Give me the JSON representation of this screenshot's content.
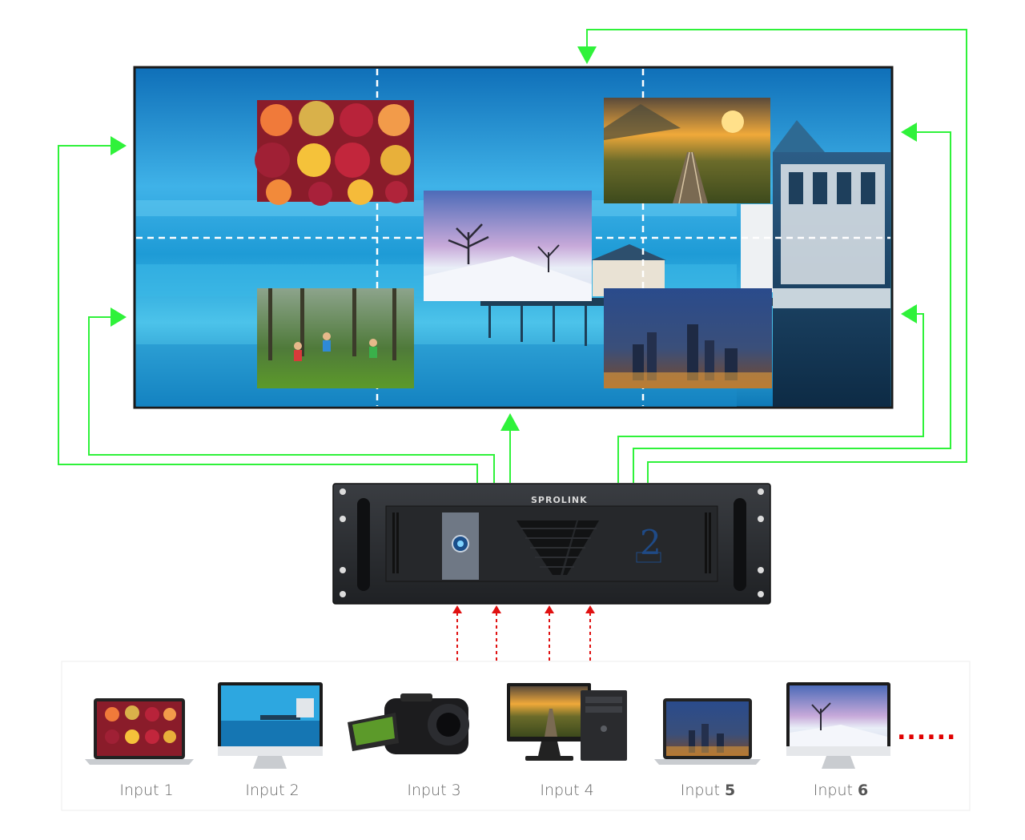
{
  "brand": "SPROLINK",
  "model_badge": "2",
  "colors": {
    "output_lines": "#2ff23a",
    "input_arrows": "#e01010",
    "wall_sky": "#1b9ed9",
    "chassis": "#2a2c30"
  },
  "wall": {
    "grid": "2x3 video wall with dashed seams",
    "windows": [
      {
        "name": "fruit-window",
        "content": "fruit-image"
      },
      {
        "name": "winter-window",
        "content": "winter-landscape-image"
      },
      {
        "name": "kids-window",
        "content": "children-playing-image"
      },
      {
        "name": "railway-window",
        "content": "railway-sunset-image"
      },
      {
        "name": "city-window",
        "content": "city-night-image"
      }
    ]
  },
  "inputs": [
    {
      "label": "Input 1",
      "icon": "laptop-icon"
    },
    {
      "label": "Input 2",
      "icon": "monitor-icon"
    },
    {
      "label": "Input 3",
      "icon": "camcorder-icon"
    },
    {
      "label": "Input 4",
      "icon": "desktop-pc-icon"
    },
    {
      "label_prefix": "Input ",
      "label_num": "5",
      "icon": "laptop-icon"
    },
    {
      "label_prefix": "Input ",
      "label_num": "6",
      "icon": "monitor-icon"
    }
  ],
  "more_indicator": "......"
}
